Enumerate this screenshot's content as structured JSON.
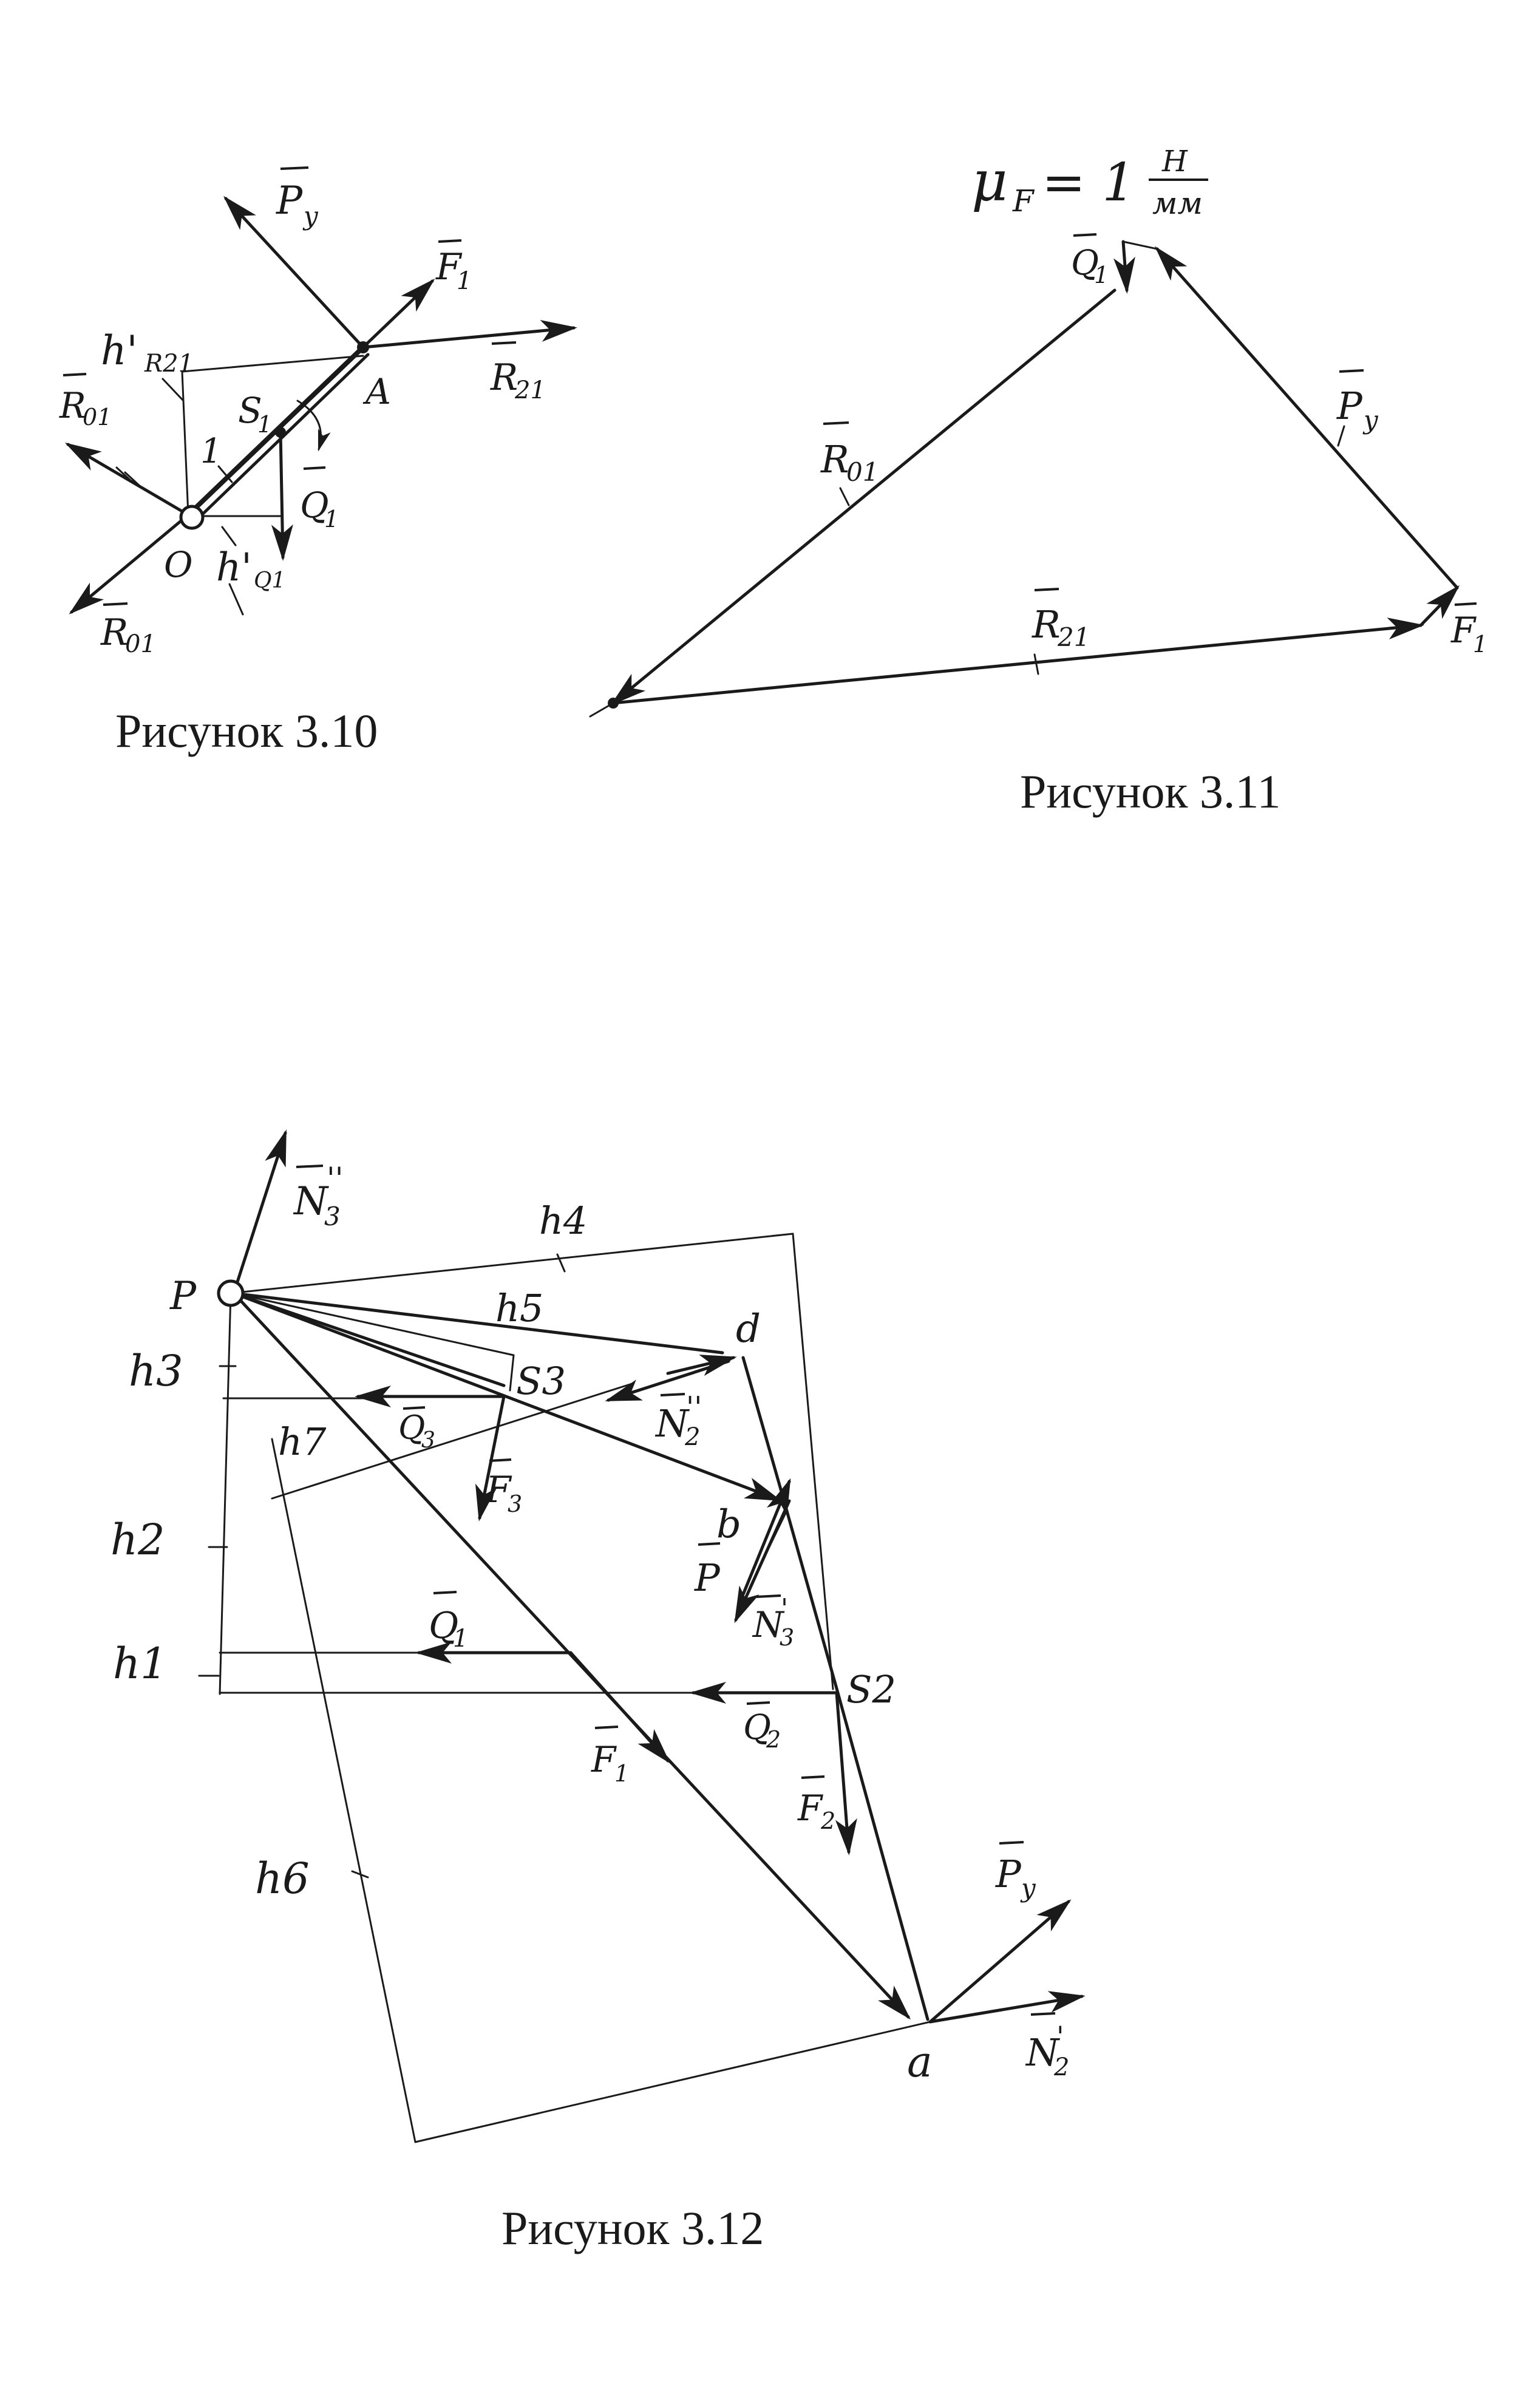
{
  "figure_3_10": {
    "caption": "Рисунок 3.10",
    "labels": {
      "P": "P",
      "P_sub": "y",
      "F": "F",
      "F_sub": "1",
      "h_R21": "h'",
      "h_R21_sub": "R21",
      "A": "A",
      "R21": "R",
      "R21_sub": "21",
      "R01_top": "R",
      "R01_top_sub": "01",
      "S1": "S",
      "S1_sub": "1",
      "link": "1",
      "Q1": "Q",
      "Q1_sub": "1",
      "O": "O",
      "hQ1": "h'",
      "hQ1_sub": "Q1",
      "R01_bottom": "R",
      "R01_bottom_sub": "01"
    }
  },
  "figure_3_11": {
    "caption": "Рисунок 3.11",
    "scale": {
      "mu": "μ",
      "mu_sub": "F",
      "eq": "= 1",
      "num": "Н",
      "den": "мм"
    },
    "labels": {
      "Q1": "Q",
      "Q1_sub": "1",
      "Py": "P",
      "Py_sub": "y",
      "R01": "R",
      "R01_sub": "01",
      "R21": "R",
      "R21_sub": "21",
      "F1": "F",
      "F1_sub": "1"
    }
  },
  "figure_3_12": {
    "caption": "Рисунок 3.12",
    "labels": {
      "N3pp": "N",
      "N3pp_sub": "3",
      "N3pp_sup": "''",
      "P": "P",
      "h4": "h4",
      "h5": "h5",
      "h3": "h3",
      "h7": "h7",
      "h2": "h2",
      "h1": "h1",
      "h6": "h6",
      "d": "d",
      "S3": "S3",
      "Q3": "Q",
      "Q3_sub": "3",
      "N2pp": "N",
      "N2pp_sub": "2",
      "N2pp_sup": "''",
      "F3": "F",
      "F3_sub": "3",
      "b": "b",
      "Pbar": "P",
      "N3p": "N",
      "N3p_sub": "3",
      "N3p_sup": "'",
      "Q1": "Q",
      "Q1_sub": "1",
      "S2": "S2",
      "Q2": "Q",
      "Q2_sub": "2",
      "F1": "F",
      "F1_sub": "1",
      "F2": "F",
      "F2_sub": "2",
      "Py": "P",
      "Py_sub": "y",
      "a": "a",
      "N2p": "N",
      "N2p_sub": "2",
      "N2p_sup": "'"
    }
  }
}
